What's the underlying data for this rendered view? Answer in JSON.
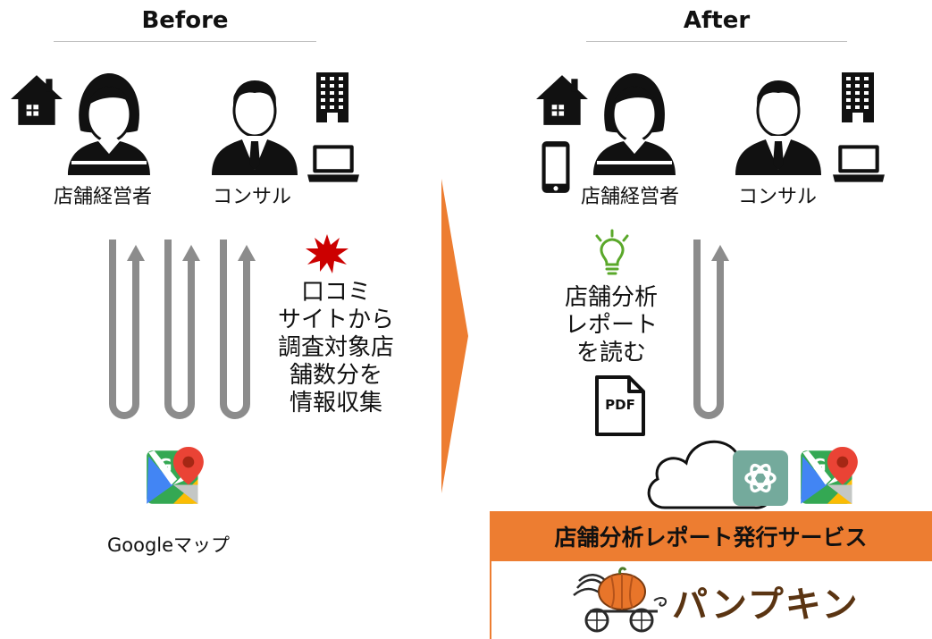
{
  "before": {
    "heading": "Before",
    "owner_label": "店舗経営者",
    "consultant_label": "コンサル",
    "note_text": "口コミ\nサイトから\n調査対象店\n舗数分を\n情報収集",
    "map_label": "Googleマップ"
  },
  "after": {
    "heading": "After",
    "owner_label": "店舗経営者",
    "consultant_label": "コンサル",
    "note_text": "店舗分析\nレポート\nを読む",
    "pdf_label": "PDF",
    "service_title": "店舗分析レポート発行サービス",
    "brand_name": "パンプキン"
  },
  "icons": {
    "house": "house-icon",
    "woman": "woman-icon",
    "man": "businessman-icon",
    "building": "building-icon",
    "laptop": "laptop-icon",
    "smartphone": "smartphone-icon",
    "explosion": "explosion-icon",
    "bulb": "lightbulb-icon",
    "pdf": "pdf-file-icon",
    "cloud": "cloud-icon",
    "chatgpt": "chatgpt-icon",
    "google_maps": "google-maps-icon",
    "pumpkin_carriage": "pumpkin-carriage-logo"
  },
  "colors": {
    "accent": "#ed7d31",
    "arrow": "#8c8c8c",
    "alert": "#cc0000",
    "bulb": "#5aa82a",
    "chatgpt_bg": "#74aa9c"
  }
}
